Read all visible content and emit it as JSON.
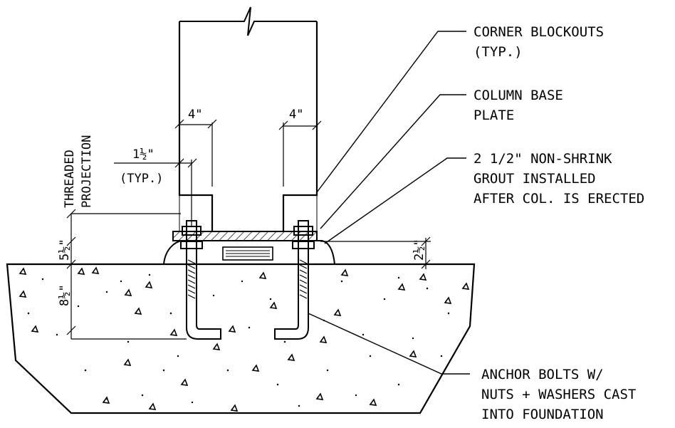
{
  "callouts": {
    "corner_blockouts": [
      "CORNER BLOCKOUTS",
      "(TYP.)"
    ],
    "base_plate": [
      "COLUMN BASE",
      "PLATE"
    ],
    "grout": [
      "2 1/2\" NON-SHRINK",
      "GROUT INSTALLED",
      "AFTER COL. IS ERECTED"
    ],
    "anchor_bolts": [
      "ANCHOR BOLTS W/",
      "NUTS + WASHERS CAST",
      "INTO FOUNDATION"
    ]
  },
  "dimensions": {
    "blockout_left": "4\"",
    "blockout_right": "4\"",
    "edge_distance": "1½\"",
    "edge_distance_note": "(TYP.)",
    "threaded_projection": [
      "THREADED",
      "PROJECTION"
    ],
    "projection_value": "5½\"",
    "embedment": "8½\"",
    "grout_thickness": "2½\""
  }
}
